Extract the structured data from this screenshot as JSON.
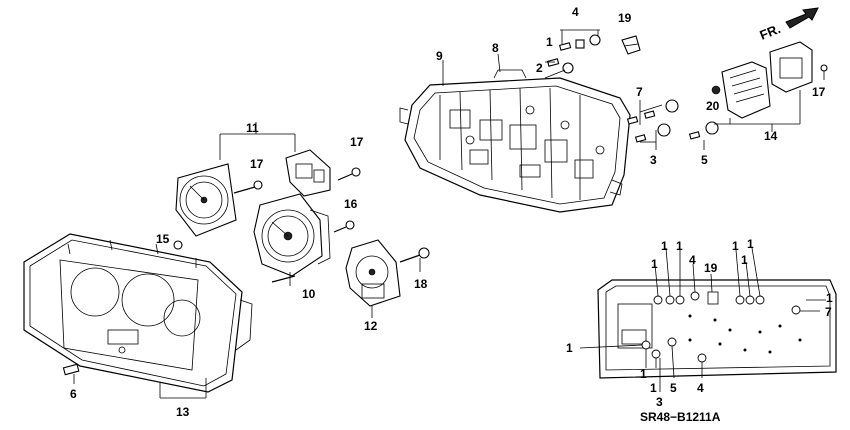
{
  "diagram": {
    "code": "SR48−B1211A",
    "direction_label": "FR.",
    "callouts": {
      "c1a": "1",
      "c2a": "2",
      "c4a": "4",
      "c19a": "19",
      "c9": "9",
      "c8": "8",
      "c7a": "7",
      "c3a": "3",
      "c5a": "5",
      "c20": "20",
      "c14": "14",
      "c17a": "17",
      "c11": "11",
      "c17b": "17",
      "c17c": "17",
      "c16": "16",
      "c15": "15",
      "c10": "10",
      "c18": "18",
      "c12": "12",
      "c6": "6",
      "c13": "13",
      "d1a": "1",
      "d1b": "1",
      "d1c": "1",
      "d4": "4",
      "d19": "19",
      "d1d": "1",
      "d1e": "1",
      "d1f": "1",
      "d1g": "1",
      "d7": "7",
      "d1h": "1",
      "d1i": "1",
      "d1j": "1",
      "d3": "3",
      "d5": "5",
      "d4b": "4"
    }
  }
}
